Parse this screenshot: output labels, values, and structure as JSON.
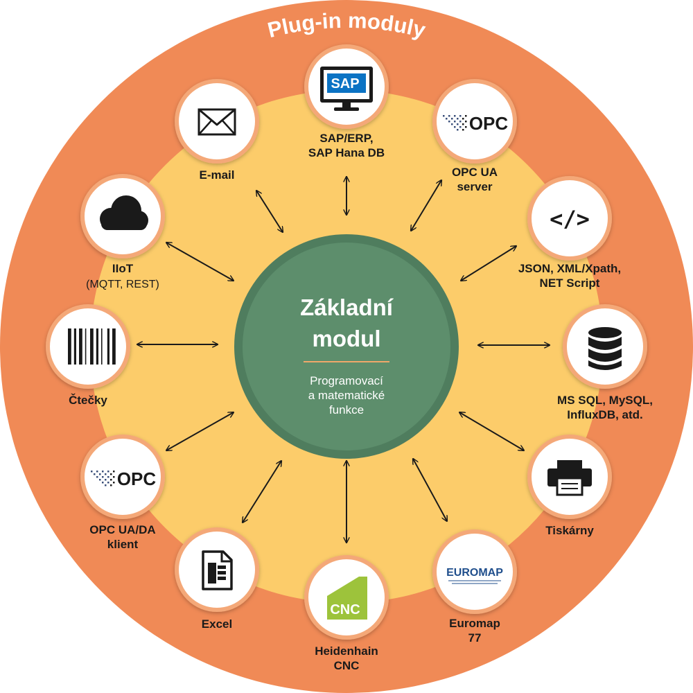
{
  "title": "Plug-in moduly",
  "center": {
    "title_lines": [
      "Základní",
      "modul"
    ],
    "subtitle_lines": [
      "Programovací",
      "a matematické",
      "funkce"
    ]
  },
  "colors": {
    "outer_ring": "#f08a56",
    "inner_ring": "#fccc6a",
    "center": "#5d8e6c",
    "center_rim": "#4f7d5e",
    "divider": "#f0a86a",
    "node_border": "#f4a878",
    "text": "#1a1a1a",
    "cnc_green": "#9dc33b",
    "euromap_blue": "#1f4e8c"
  },
  "nodes": [
    {
      "id": "sap",
      "icon": "sap-monitor-icon",
      "label_lines": [
        "SAP/ERP,",
        "SAP Hana DB"
      ],
      "sub": ""
    },
    {
      "id": "opc-ua-server",
      "icon": "opc-logo-icon",
      "label_lines": [
        "OPC UA",
        "server"
      ],
      "sub": ""
    },
    {
      "id": "json-xml",
      "icon": "code-icon",
      "label_lines": [
        "JSON, XML/Xpath,",
        "NET Script"
      ],
      "sub": ""
    },
    {
      "id": "databases",
      "icon": "database-icon",
      "label_lines": [
        "MS SQL, MySQL,",
        "InfluxDB, atd."
      ],
      "sub": ""
    },
    {
      "id": "printers",
      "icon": "printer-icon",
      "label_lines": [
        "Tiskárny"
      ],
      "sub": ""
    },
    {
      "id": "euromap",
      "icon": "euromap-logo-icon",
      "label_lines": [
        "Euromap",
        "77"
      ],
      "sub": ""
    },
    {
      "id": "heidenhain",
      "icon": "cnc-logo-icon",
      "label_lines": [
        "Heidenhain",
        "CNC"
      ],
      "sub": ""
    },
    {
      "id": "excel",
      "icon": "spreadsheet-icon",
      "label_lines": [
        "Excel"
      ],
      "sub": ""
    },
    {
      "id": "opc-client",
      "icon": "opc-logo-icon",
      "label_lines": [
        "OPC UA/DA",
        "klient"
      ],
      "sub": ""
    },
    {
      "id": "readers",
      "icon": "barcode-icon",
      "label_lines": [
        "Čtečky"
      ],
      "sub": ""
    },
    {
      "id": "iiot",
      "icon": "cloud-icon",
      "label_lines": [
        "IIoT"
      ],
      "sub": "(MQTT, REST)"
    },
    {
      "id": "email",
      "icon": "envelope-icon",
      "label_lines": [
        "E-mail"
      ],
      "sub": ""
    }
  ],
  "logos": {
    "sap": "SAP",
    "opc": "OPC",
    "cnc": "CNC",
    "euromap": "EUROMAP"
  },
  "code_glyph": "</>"
}
